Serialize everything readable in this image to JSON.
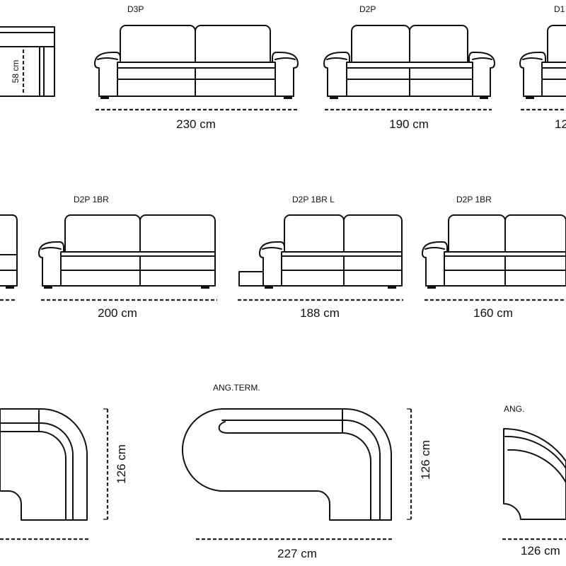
{
  "modules": {
    "d3p": {
      "label": "D3P",
      "width": "230 cm"
    },
    "d2p": {
      "label": "D2P",
      "width": "190 cm"
    },
    "d1": {
      "label": "D1",
      "width": "12"
    },
    "d2p_1br_a": {
      "label": "D2P 1BR",
      "width": "200 cm"
    },
    "d2p_1br_l": {
      "label": "D2P 1BR L",
      "width": "188 cm"
    },
    "d2p_1br_b": {
      "label": "D2P 1BR",
      "width": "160 cm"
    },
    "side": {
      "height": "58 cm"
    },
    "corner_left": {
      "depth": "126 cm"
    },
    "ang_term": {
      "label": "ANG.TERM.",
      "width": "227 cm",
      "depth": "126 cm"
    },
    "ang": {
      "label": "ANG.",
      "width": "126 cm"
    }
  }
}
